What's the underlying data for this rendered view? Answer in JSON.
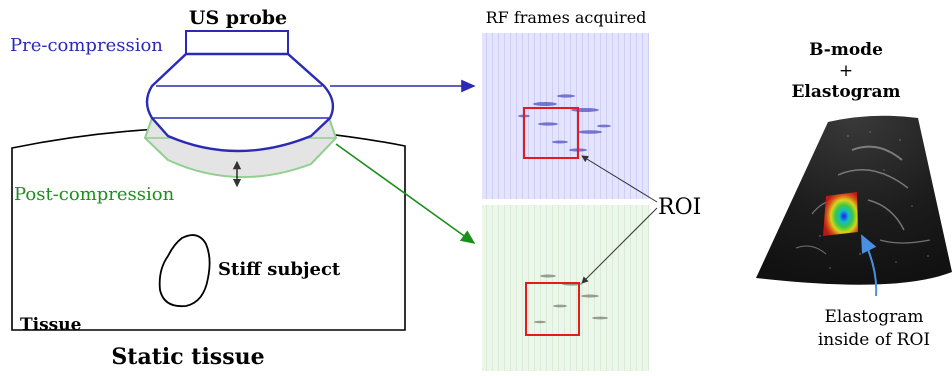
{
  "labels": {
    "us_probe": "US probe",
    "pre_compression": "Pre-compression",
    "post_compression": "Post-compression",
    "stiff_subject": "Stiff subject",
    "tissue": "Tissue",
    "static_tissue": "Static tissue",
    "rf_frames": "RF frames acquired",
    "roi": "ROI",
    "bmode_line1": "B-mode",
    "bmode_plus": "+",
    "bmode_line3": "Elastogram",
    "elasto_line1": "Elastogram",
    "elasto_line2": "inside of ROI"
  },
  "colors": {
    "pre": "#2a2ab5",
    "post": "#1a8f1a",
    "post_fill": "#8fd08f",
    "roi": "#e41a1c",
    "pointer": "#4a90e2",
    "frame_pre": "#dcdcff",
    "frame_post": "#e5f3e2"
  }
}
